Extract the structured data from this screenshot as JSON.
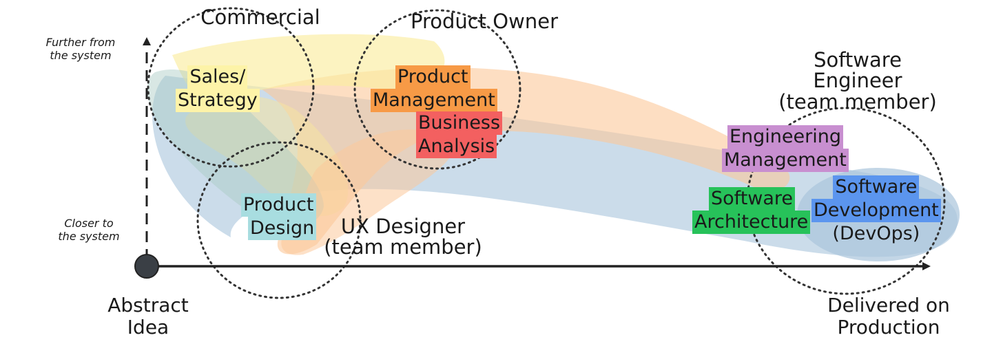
{
  "axes": {
    "y_top": [
      "Further from",
      "the system"
    ],
    "y_bottom": [
      "Closer to",
      "the system"
    ],
    "x_start": [
      "Abstract",
      "Idea"
    ],
    "x_end": [
      "Delivered on",
      "Production"
    ]
  },
  "roles": {
    "commercial": [
      "Commercial"
    ],
    "product_owner": [
      "Product Owner"
    ],
    "ux_designer": [
      "UX Designer",
      "(team member)"
    ],
    "software_engineer": [
      "Software",
      "Engineer",
      "(team member)"
    ]
  },
  "activities": {
    "sales_strategy": {
      "lines": [
        "Sales/",
        "Strategy"
      ],
      "color": "#fdf3a8"
    },
    "product_management": {
      "lines": [
        "Product",
        "Management"
      ],
      "color": "#f79a46"
    },
    "business_analysis": {
      "lines": [
        "Business",
        "Analysis"
      ],
      "color": "#f36060"
    },
    "product_design": {
      "lines": [
        "Product",
        "Design"
      ],
      "color": "#a8dde0"
    },
    "engineering_management": {
      "lines": [
        "Engineering",
        "Management"
      ],
      "color": "#c88fd0"
    },
    "software_architecture": {
      "lines": [
        "Software",
        "Architecture"
      ],
      "color": "#27c25a"
    },
    "software_development": {
      "lines": [
        "Software",
        "Development",
        "(DevOps)"
      ],
      "color": "#5b95ee"
    }
  },
  "colors": {
    "yellow_band": "#fbeca0",
    "orange_band": "#fbc89a",
    "blue_band": "#a9c4dc",
    "teal_band": "#a8c9c4",
    "axis": "#222222",
    "circle": "#333333"
  }
}
